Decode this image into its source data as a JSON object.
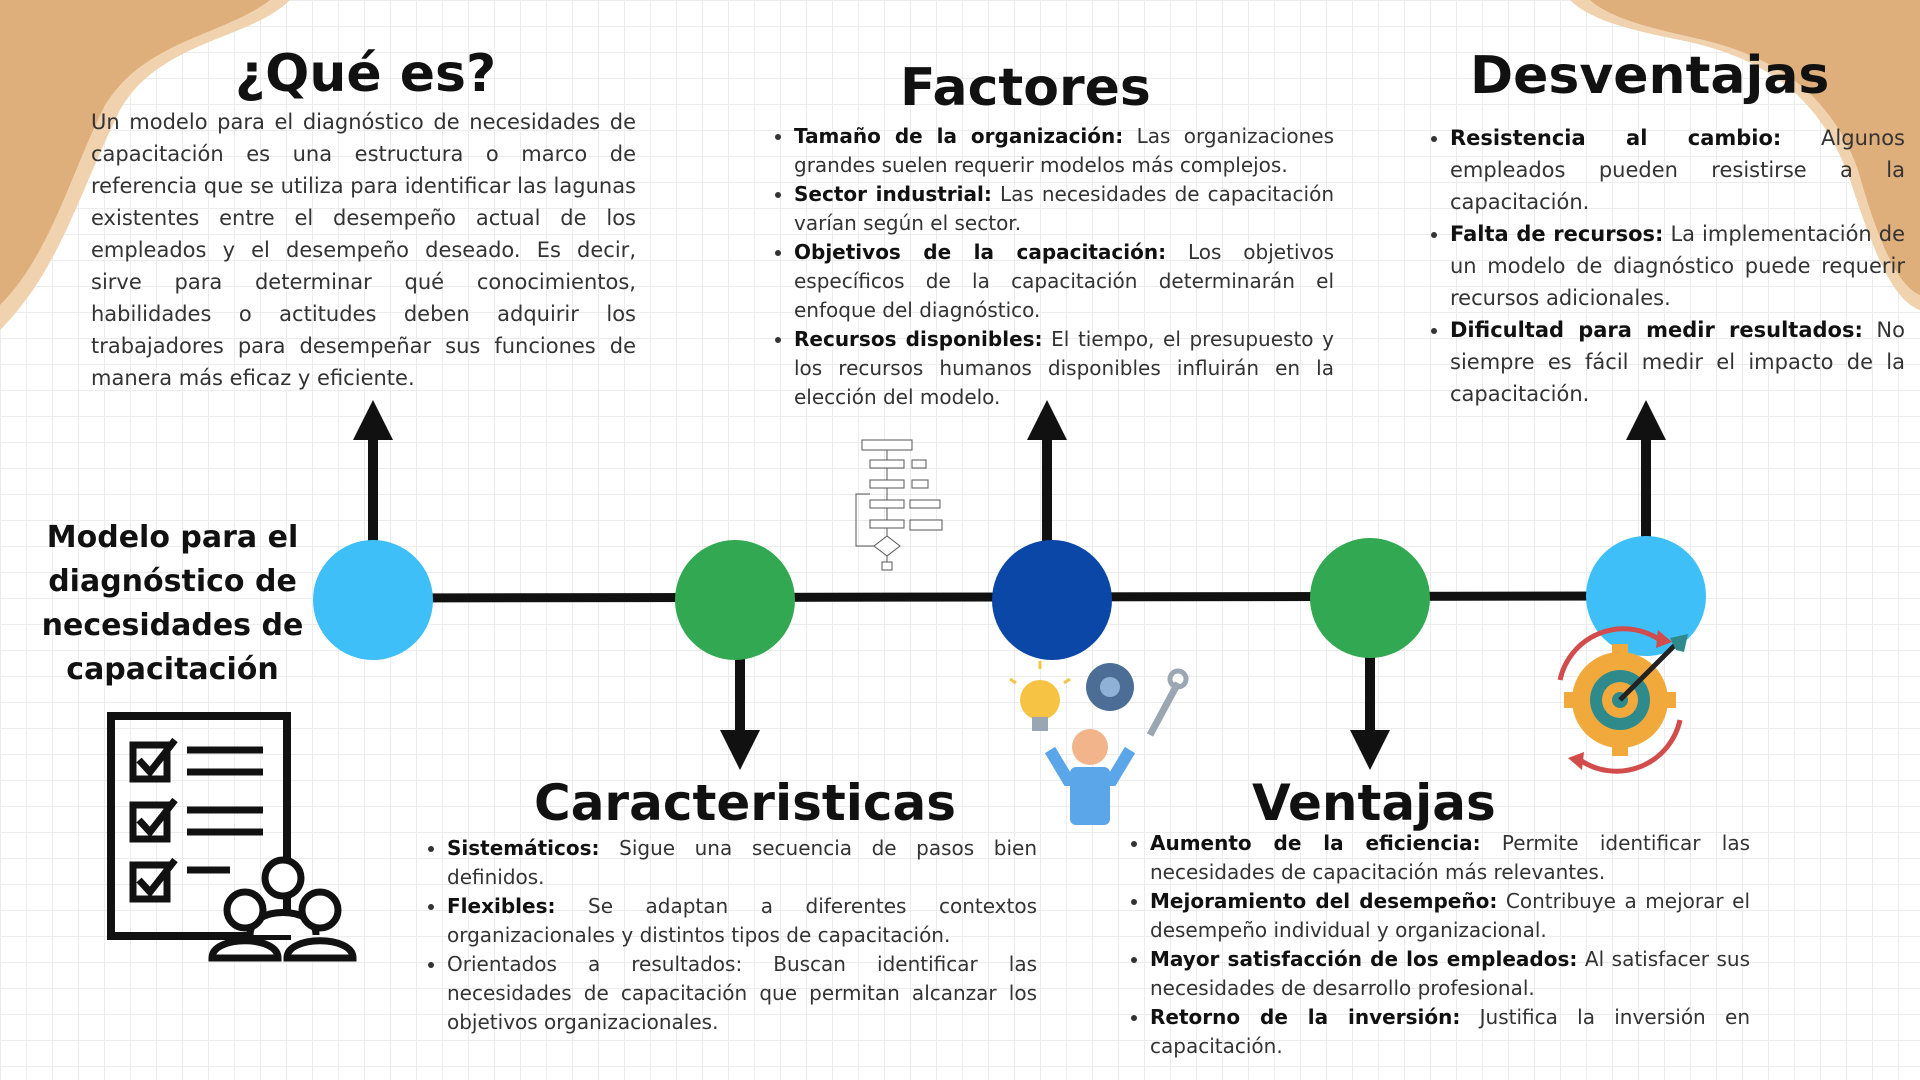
{
  "colors": {
    "blob": "#DEAE7B",
    "blob_light": "#F0D2AF",
    "line": "#111111",
    "circle_light_blue": "#3EBFF7",
    "circle_green": "#33A853",
    "circle_dark_blue": "#0A47A6"
  },
  "center_title": "Modelo para el diagnóstico de necesidades de capacitación",
  "que_es": {
    "title": "¿Qué es?",
    "text": "Un modelo para el diagnóstico de necesidades de capacitación es una estructura o marco de referencia que se utiliza para identificar las lagunas existentes entre el desempeño actual de los empleados y el desempeño deseado. Es decir, sirve para determinar qué conocimientos, habilidades o actitudes deben adquirir los trabajadores para desempeñar sus funciones de manera más eficaz y eficiente."
  },
  "factores": {
    "title": "Factores",
    "items": [
      {
        "label": "Tamaño de la organización:",
        "text": " Las organizaciones grandes suelen requerir modelos más complejos."
      },
      {
        "label": "Sector industrial:",
        "text": " Las necesidades de capacitación varían según el sector."
      },
      {
        "label": "Objetivos de la capacitación:",
        "text": " Los objetivos específicos de la capacitación determinarán el enfoque del diagnóstico."
      },
      {
        "label": "Recursos disponibles:",
        "text": " El tiempo, el presupuesto y los recursos humanos disponibles influirán en la elección del modelo."
      }
    ]
  },
  "desventajas": {
    "title": "Desventajas",
    "items": [
      {
        "label": "Resistencia al cambio:",
        "text": " Algunos empleados pueden resistirse a la capacitación."
      },
      {
        "label": "Falta de recursos:",
        "text": " La implementación de un modelo de diagnóstico puede requerir recursos adicionales."
      },
      {
        "label": "Dificultad para medir resultados:",
        "text": " No siempre es fácil medir el impacto de la capacitación."
      }
    ]
  },
  "caracteristicas": {
    "title": "Caracteristicas",
    "items": [
      {
        "label": "Sistemáticos:",
        "text": " Sigue una secuencia de pasos bien definidos."
      },
      {
        "label": "Flexibles:",
        "text": " Se adaptan a diferentes contextos organizacionales y distintos tipos de capacitación."
      },
      {
        "label": "",
        "text": "Orientados a resultados: Buscan identificar las necesidades de capacitación que permitan alcanzar los objetivos organizacionales."
      }
    ]
  },
  "ventajas": {
    "title": "Ventajas",
    "items": [
      {
        "label": "Aumento de la eficiencia:",
        "text": " Permite identificar las necesidades de capacitación más relevantes."
      },
      {
        "label": "Mejoramiento del desempeño:",
        "text": " Contribuye a mejorar el desempeño individual y organizacional."
      },
      {
        "label": "Mayor satisfacción de los empleados:",
        "text": " Al satisfacer sus necesidades de desarrollo profesional."
      },
      {
        "label": "Retorno de la inversión:",
        "text": " Justifica la inversión en capacitación."
      }
    ]
  }
}
